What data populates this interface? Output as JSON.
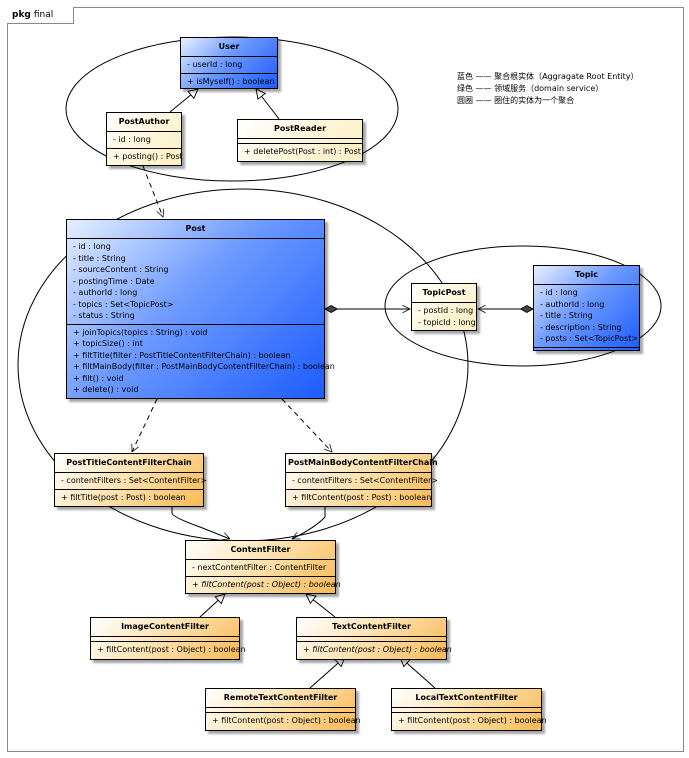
{
  "package": {
    "keyword": "pkg",
    "name": "final"
  },
  "legend": [
    "蓝色 —— 聚合根实体（Aggragate Root Entity）",
    "绿色 —— 领域服务（domain service）",
    "圆圈 —— 圈住的实体为一个聚合"
  ],
  "classes": {
    "user": {
      "name": "User",
      "attributes": [
        "- userId : long"
      ],
      "operations": [
        "+ isMyself() : boolean"
      ]
    },
    "post_author": {
      "name": "PostAuthor",
      "attributes": [
        "- id : long"
      ],
      "operations": [
        "+ posting() : Post"
      ]
    },
    "post_reader": {
      "name": "PostReader",
      "attributes": [],
      "operations": [
        "+ deletePost(Post : int) : Post"
      ]
    },
    "post": {
      "name": "Post",
      "attributes": [
        "- id : long",
        "- title : String",
        "- sourceContent : String",
        "- postingTime : Date",
        "- authorId : long",
        "- topics : Set<TopicPost>",
        "- status : String"
      ],
      "operations": [
        "+ joinTopics(topics : String) : void",
        "+ topicSize() : int",
        "+ filtTitle(filter : PostTitleContentFilterChain) : boolean",
        "+ filtMainBody(filter : PostMainBodyContentFilterChain) : boolean",
        "+ filt() : void",
        "+ delete() : void"
      ]
    },
    "topic_post": {
      "name": "TopicPost",
      "attributes": [
        "- postId : long",
        "- topicId : long"
      ],
      "operations": []
    },
    "topic": {
      "name": "Topic",
      "attributes": [
        "- id : long",
        "- authorId : long",
        "- title : String",
        "- description : String",
        "- posts : Set<TopicPost>"
      ],
      "operations": []
    },
    "title_chain": {
      "name": "PostTitleContentFilterChain",
      "attributes": [
        "- contentFilters : Set<ContentFilter>"
      ],
      "operations": [
        "+ filtTitle(post : Post) : boolean"
      ]
    },
    "body_chain": {
      "name": "PostMainBodyContentFilterChain",
      "attributes": [
        "- contentFilters : Set<ContentFilter>"
      ],
      "operations": [
        "+ filtContent(post : Post) : boolean"
      ]
    },
    "content_filter": {
      "name": "ContentFilter",
      "attributes": [
        "- nextContentFilter : ContentFilter"
      ],
      "operations": [
        "+ filtContent(post : Object) : boolean"
      ]
    },
    "image_filter": {
      "name": "ImageContentFilter",
      "attributes": [],
      "operations": [
        "+ filtContent(post : Object) : boolean"
      ]
    },
    "text_filter": {
      "name": "TextContentFilter",
      "attributes": [],
      "operations": [
        "+ filtContent(post : Object) : boolean"
      ]
    },
    "remote_filter": {
      "name": "RemoteTextContentFilter",
      "attributes": [],
      "operations": [
        "+ filtContent(post : Object) : boolean"
      ]
    },
    "local_filter": {
      "name": "LocalTextContentFilter",
      "attributes": [],
      "operations": [
        "+ filtContent(post : Object) : boolean"
      ]
    }
  }
}
